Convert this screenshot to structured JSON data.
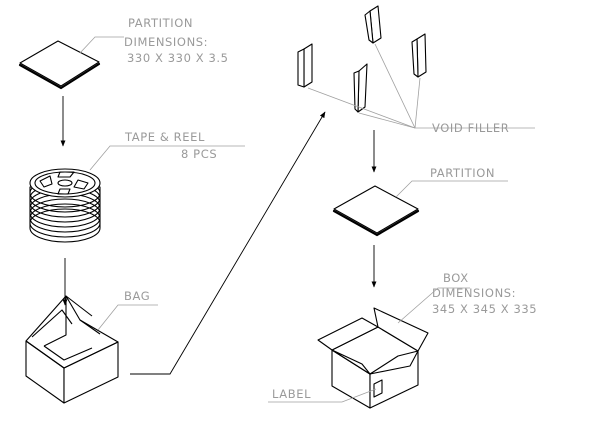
{
  "labels": {
    "partition_top": "PARTITION",
    "partition_dims_title": "DIMENSIONS:",
    "partition_dims_value": "330 X 330 X 3.5",
    "tape_reel": "TAPE & REEL",
    "tape_reel_qty": "8 PCS",
    "bag": "BAG",
    "void_filler": "VOID FILLER",
    "partition_right": "PARTITION",
    "box": "BOX",
    "box_dims_title": "DIMENSIONS:",
    "box_dims_value": "345 X 345 X 335",
    "label": "LABEL"
  },
  "colors": {
    "ink": "#000000",
    "annotation": "#9a9a9a",
    "background": "#ffffff"
  }
}
